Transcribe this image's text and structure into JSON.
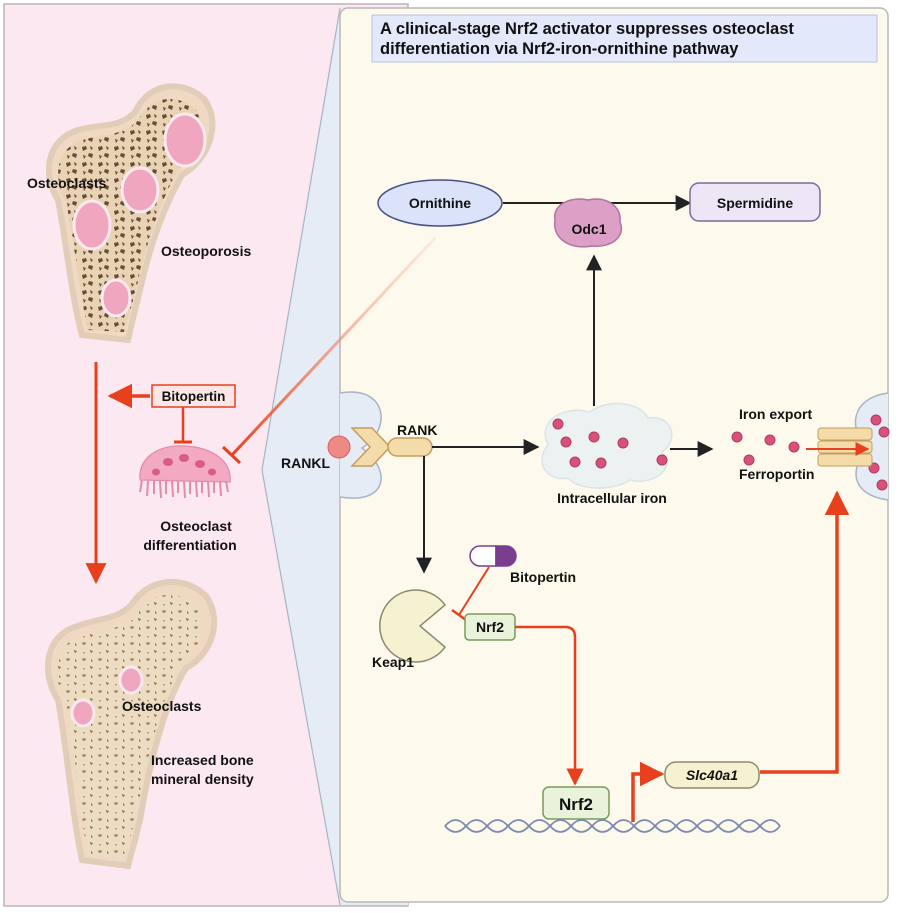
{
  "title": {
    "line1": "A clinical-stage Nrf2 activator suppresses osteoclast",
    "line2": "differentiation via Nrf2-iron-ornithine pathway"
  },
  "left_panel": {
    "osteoclasts_top": "Osteoclasts",
    "osteoporosis": "Osteoporosis",
    "bitopertin": "Bitopertin",
    "differentiation_line1": "Osteoclast",
    "differentiation_line2": "differentiation",
    "osteoclasts_bottom": "Osteoclasts",
    "bmd_line1": "Increased bone",
    "bmd_line2": "mineral density"
  },
  "pathway": {
    "ornithine": "Ornithine",
    "odc1": "Odc1",
    "spermidine": "Spermidine",
    "rankl": "RANKL",
    "rank": "RANK",
    "intracellular_iron": "Intracellular iron",
    "iron_export": "Iron export",
    "ferroportin": "Ferroportin",
    "bitopertin": "Bitopertin",
    "nrf2_cytoplasm": "Nrf2",
    "keap1": "Keap1",
    "nrf2_nucleus": "Nrf2",
    "slc40a1": "Slc40a1"
  },
  "colors": {
    "left_bg": "#fce8f1",
    "right_bg": "#fdf9ec",
    "inhibit_red": "#e8401c",
    "title_box": "#e3e8fa",
    "iron": "#d8517a"
  }
}
